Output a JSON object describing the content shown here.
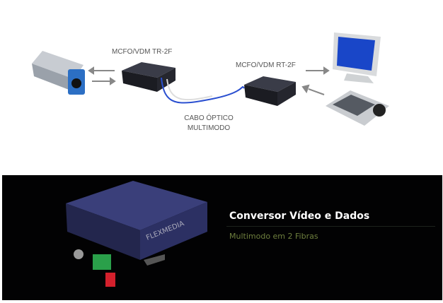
{
  "diagram": {
    "transmitter_label": "MCFO/VDM TR-2F",
    "receiver_label": "MCFO/VDM RT-2F",
    "cable_label_1": "CABO ÓPTICO",
    "cable_label_2": "MULTIMODO"
  },
  "banner": {
    "title": "Conversor Vídeo e Dados",
    "subtitle": "Multimodo em 2 Fibras",
    "device_brand": "FLEXMEDIA"
  }
}
